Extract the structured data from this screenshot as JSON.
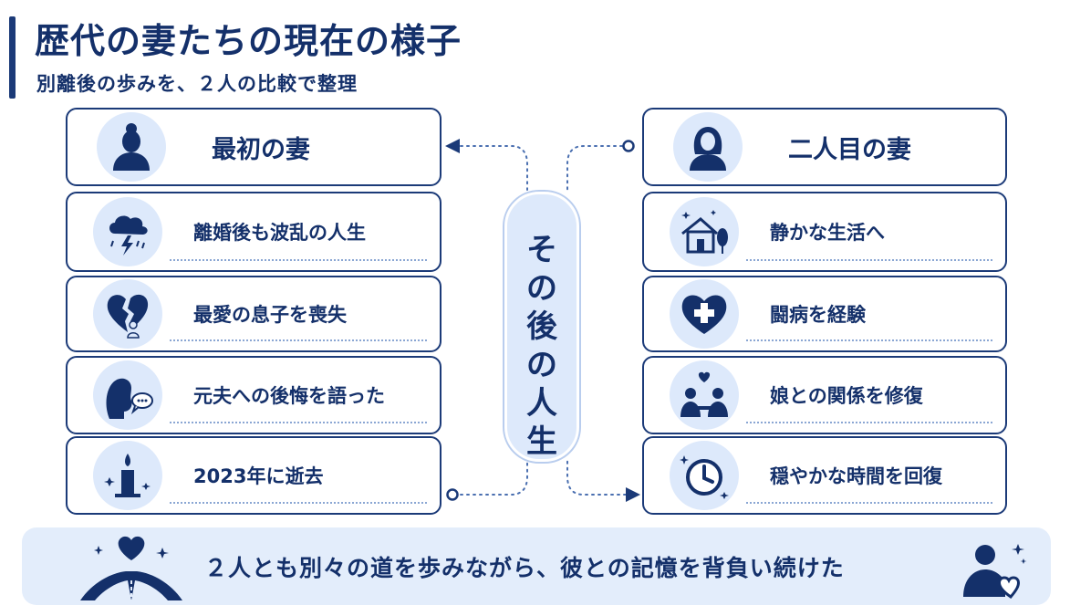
{
  "header": {
    "title": "歴代の妻たちの現在の様子",
    "subtitle": "別離後の歩みを、２人の比較で整理"
  },
  "center": {
    "label": "その後の人生"
  },
  "left": {
    "heading": "最初の妻",
    "heading_icon": "woman-bun-icon",
    "items": [
      {
        "label": "離婚後も波乱の人生",
        "icon": "storm-cloud-icon"
      },
      {
        "label": "最愛の息子を喪失",
        "icon": "broken-heart-child-icon"
      },
      {
        "label": "元夫への後悔を語った",
        "icon": "woman-speech-bubble-icon"
      },
      {
        "label": "2023年に逝去",
        "icon": "candle-icon"
      }
    ]
  },
  "right": {
    "heading": "二人目の妻",
    "heading_icon": "woman-long-hair-icon",
    "items": [
      {
        "label": "静かな生活へ",
        "icon": "house-tree-icon"
      },
      {
        "label": "闘病を経験",
        "icon": "medical-heart-icon"
      },
      {
        "label": "娘との関係を修復",
        "icon": "two-people-heart-icon"
      },
      {
        "label": "穏やかな時間を回復",
        "icon": "clock-icon"
      }
    ]
  },
  "footer": {
    "text": "２人とも別々の道を歩みながら、彼との記憶を背負い続けた"
  },
  "colors": {
    "navy": "#1b3a78",
    "light_blue": "#dde9fb",
    "panel": "#e3edfb"
  }
}
